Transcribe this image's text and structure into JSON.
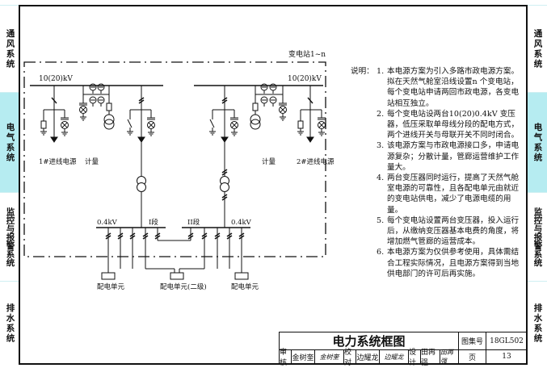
{
  "side_tabs": [
    {
      "label": "通风系统",
      "active": false
    },
    {
      "label": "电气系统",
      "active": true
    },
    {
      "label": "监控与报警系统",
      "active": false
    },
    {
      "label": "排水系统",
      "active": false
    }
  ],
  "diagram": {
    "station_label": "变电站1~n",
    "hv_left": "10(20)kV",
    "hv_right": "10(20)kV",
    "incoming_1": "1#进线电源",
    "metering_left": "计量",
    "metering_right": "计量",
    "incoming_2": "2#进线电源",
    "lv_left": "0.4kV",
    "lv_right": "0.4kV",
    "section_1": "I段",
    "section_2": "II段",
    "dist_unit_left": "配电单元",
    "dist_unit_mid": "配电单元(二级)",
    "dist_unit_right": "配电单元"
  },
  "notes": {
    "heading": "说明：",
    "items": [
      {
        "num": "1.",
        "text": "本电源方案为引入多路市政电源方案。拟在天然气舱室沿线设置n 个变电站，每个变电站申请两回市政电源，各变电站相互独立。"
      },
      {
        "num": "2.",
        "text": "每个变电站设两台10(20)0.4kV 变压器，低压采取单母线分段的配电方式，两个进线开关与母联开关不同时闭合。"
      },
      {
        "num": "3.",
        "text": "该电源方案与市政电源接口多，申请电源复杂；分散计量，管廊运营维护工作量大。"
      },
      {
        "num": "4.",
        "text": "两台变压器同时运行，提高了天然气舱室电源的可靠性，且各配电单元由就近的变电站供电，减少了电源电缆的用量。"
      },
      {
        "num": "5.",
        "text": "每个变电站设置两台变压器，投入运行后，从缴纳变压器基本电费的角度，将增加燃气管廊的运营成本。"
      },
      {
        "num": "6.",
        "text": "本电源方案为仅供参考使用，具体需结合工程实际情况，且电源方案得到当地供电部门的许可后再实施。"
      }
    ]
  },
  "title_block": {
    "title": "电力系统框图",
    "atlas_label": "图集号",
    "atlas_no": "18GL502",
    "page_label": "页",
    "page_no": "13",
    "review_label": "审核",
    "reviewer": "金树奎",
    "reviewer_sig": "金树奎",
    "check_label": "校对",
    "checker": "边耀龙",
    "checker_sig": "边耀龙",
    "design_label": "设计",
    "designer": "田再强",
    "designer_sig": "田再强"
  }
}
